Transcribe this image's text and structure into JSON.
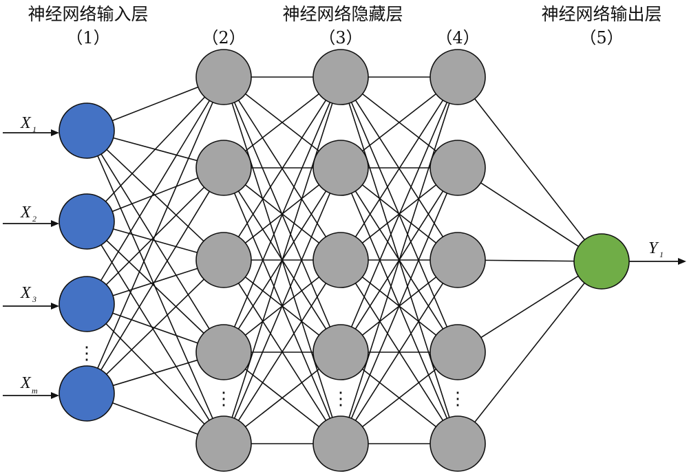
{
  "headers": {
    "input": "神经网络输入层",
    "hidden": "神经网络隐藏层",
    "output": "神经网络输出层"
  },
  "layer_numbers": [
    "（1）",
    "（2）",
    "（3）",
    "（4）",
    "（5）"
  ],
  "inputs": [
    {
      "var": "X",
      "sub": "1"
    },
    {
      "var": "X",
      "sub": "2"
    },
    {
      "var": "X",
      "sub": "3"
    },
    {
      "var": "X",
      "sub": "m"
    }
  ],
  "output": {
    "var": "Y",
    "sub": "1"
  },
  "ellipsis": "⋮",
  "colors": {
    "input_node": "#4472c4",
    "hidden_node": "#a5a5a5",
    "output_node": "#70ad47",
    "line": "#111111"
  }
}
